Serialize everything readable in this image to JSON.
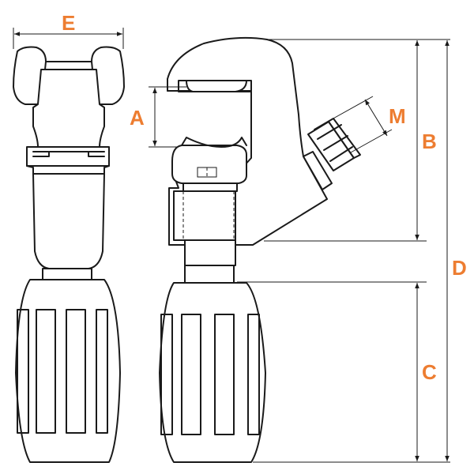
{
  "diagram": {
    "accent_color": "#ED7D31",
    "labels": {
      "E": "E",
      "A": "A",
      "M": "M",
      "B": "B",
      "D": "D",
      "C": "C"
    }
  }
}
